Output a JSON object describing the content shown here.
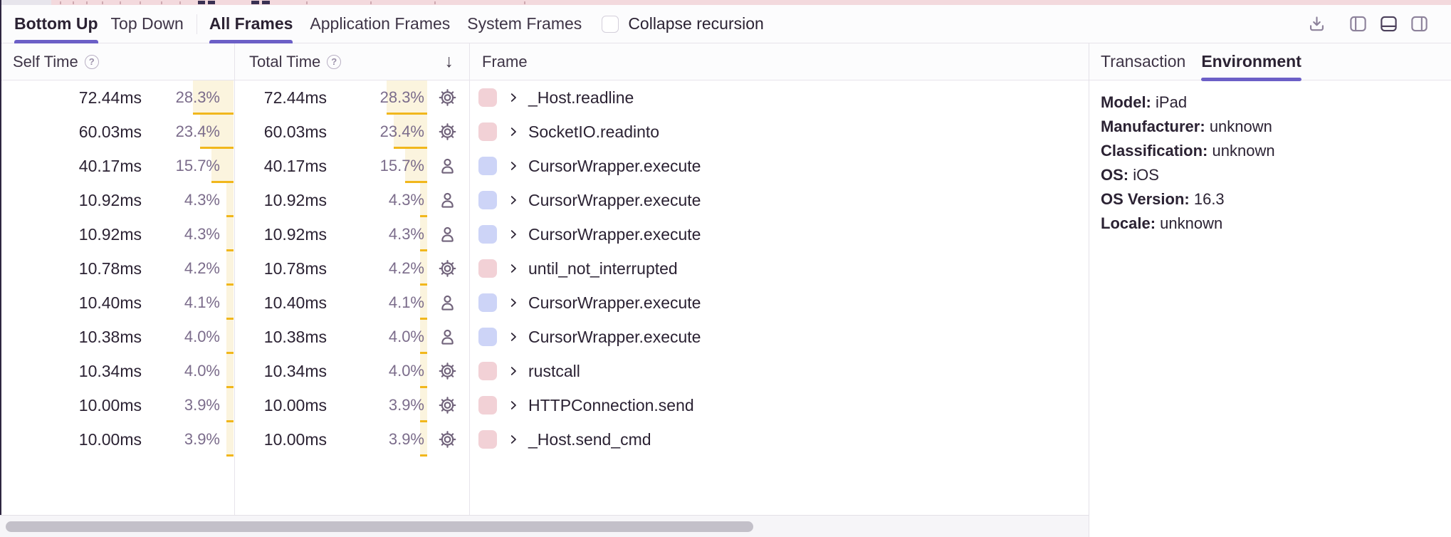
{
  "toolbar": {
    "view_tabs": [
      {
        "label": "Bottom Up",
        "active": true
      },
      {
        "label": "Top Down",
        "active": false
      }
    ],
    "frame_tabs": [
      {
        "label": "All Frames",
        "active": true
      },
      {
        "label": "Application Frames",
        "active": false
      },
      {
        "label": "System Frames",
        "active": false
      }
    ],
    "collapse_recursion": {
      "label": "Collapse recursion",
      "checked": false
    },
    "icons": [
      "download-icon",
      "panel-left-icon",
      "panel-bottom-icon",
      "panel-right-icon"
    ],
    "active_layout_icon": "panel-bottom-icon"
  },
  "table": {
    "columns": {
      "self": "Self Time",
      "total": "Total Time",
      "frame": "Frame"
    },
    "help_glyph": "?",
    "sort": {
      "column": "Total Time",
      "direction": "desc",
      "glyph": "↓"
    },
    "rows": [
      {
        "self_time": "72.44ms",
        "self_pct": "28.3%",
        "total_time": "72.44ms",
        "total_pct": "28.3%",
        "icon": "gear",
        "chip": "pink",
        "frame": "_Host.readline"
      },
      {
        "self_time": "60.03ms",
        "self_pct": "23.4%",
        "total_time": "60.03ms",
        "total_pct": "23.4%",
        "icon": "gear",
        "chip": "pink",
        "frame": "SocketIO.readinto"
      },
      {
        "self_time": "40.17ms",
        "self_pct": "15.7%",
        "total_time": "40.17ms",
        "total_pct": "15.7%",
        "icon": "user",
        "chip": "blue",
        "frame": "CursorWrapper.execute"
      },
      {
        "self_time": "10.92ms",
        "self_pct": "4.3%",
        "total_time": "10.92ms",
        "total_pct": "4.3%",
        "icon": "user",
        "chip": "blue",
        "frame": "CursorWrapper.execute"
      },
      {
        "self_time": "10.92ms",
        "self_pct": "4.3%",
        "total_time": "10.92ms",
        "total_pct": "4.3%",
        "icon": "user",
        "chip": "blue",
        "frame": "CursorWrapper.execute"
      },
      {
        "self_time": "10.78ms",
        "self_pct": "4.2%",
        "total_time": "10.78ms",
        "total_pct": "4.2%",
        "icon": "gear",
        "chip": "pink",
        "frame": "until_not_interrupted"
      },
      {
        "self_time": "10.40ms",
        "self_pct": "4.1%",
        "total_time": "10.40ms",
        "total_pct": "4.1%",
        "icon": "user",
        "chip": "blue",
        "frame": "CursorWrapper.execute"
      },
      {
        "self_time": "10.38ms",
        "self_pct": "4.0%",
        "total_time": "10.38ms",
        "total_pct": "4.0%",
        "icon": "user",
        "chip": "blue",
        "frame": "CursorWrapper.execute"
      },
      {
        "self_time": "10.34ms",
        "self_pct": "4.0%",
        "total_time": "10.34ms",
        "total_pct": "4.0%",
        "icon": "gear",
        "chip": "pink",
        "frame": "rustcall"
      },
      {
        "self_time": "10.00ms",
        "self_pct": "3.9%",
        "total_time": "10.00ms",
        "total_pct": "3.9%",
        "icon": "gear",
        "chip": "pink",
        "frame": "HTTPConnection.send"
      },
      {
        "self_time": "10.00ms",
        "self_pct": "3.9%",
        "total_time": "10.00ms",
        "total_pct": "3.9%",
        "icon": "gear",
        "chip": "pink",
        "frame": "_Host.send_cmd"
      }
    ]
  },
  "side_panel": {
    "tabs": [
      {
        "label": "Transaction",
        "active": false
      },
      {
        "label": "Environment",
        "active": true
      }
    ],
    "environment": [
      {
        "label": "Model:",
        "value": "iPad"
      },
      {
        "label": "Manufacturer:",
        "value": "unknown"
      },
      {
        "label": "Classification:",
        "value": "unknown"
      },
      {
        "label": "OS:",
        "value": "iOS"
      },
      {
        "label": "OS Version:",
        "value": "16.3"
      },
      {
        "label": "Locale:",
        "value": "unknown"
      }
    ]
  },
  "colors": {
    "accent_purple": "#6c5fc7",
    "text_dark": "#2b2233",
    "text_secondary": "#7b6c8b",
    "system_frame_chip": "#f2d1d6",
    "app_frame_chip": "#cdd4f7",
    "pct_bar_bg": "#fbf4de",
    "pct_bar_border": "#f1b71c",
    "minimap_pink": "#f3d9dd"
  }
}
